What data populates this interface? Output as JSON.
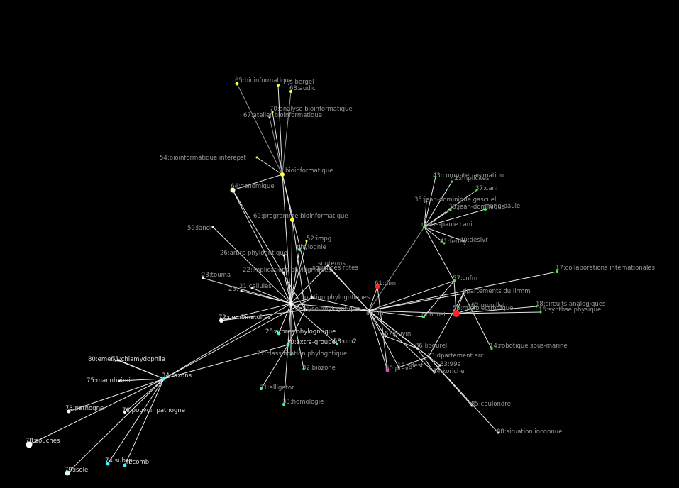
{
  "graph": {
    "nodes": [
      {
        "id": "n65",
        "label": "65:bioinformatique",
        "color": "#ffff33"
      },
      {
        "id": "n_jsbergel",
        "label": "js bergel",
        "color": "#ffff33"
      },
      {
        "id": "n68",
        "label": "68:audic",
        "color": "#ffff33"
      },
      {
        "id": "n70",
        "label": "70:analyse bioinformatique",
        "color": "#ffff33"
      },
      {
        "id": "n67",
        "label": "67:atelier bioinformatique",
        "color": "#ffff33"
      },
      {
        "id": "n54",
        "label": "54:bioinformatique interepst",
        "color": "#ffff33"
      },
      {
        "id": "n_bioinfo",
        "label": "bioinformatique",
        "color": "#ffff33"
      },
      {
        "id": "n64",
        "label": "64:genomique",
        "color": "#ffffcc"
      },
      {
        "id": "n69",
        "label": "69:programme bioinformatique",
        "color": "#ffff33"
      },
      {
        "id": "n59",
        "label": "59:landr",
        "color": "#ffffff"
      },
      {
        "id": "n52",
        "label": "52:impg",
        "color": "#ffff33"
      },
      {
        "id": "n_phylogenie",
        "label": "phylognie",
        "color": "#33ffcc"
      },
      {
        "id": "n26",
        "label": "26:arbre phylogntique",
        "color": "#ffffff"
      },
      {
        "id": "n_sout",
        "label": "soutenus",
        "color": "#ffffff"
      },
      {
        "id": "n_seq",
        "label": "squences rptes",
        "color": "#ffffff"
      },
      {
        "id": "n22",
        "label": "22:implications phylogniques",
        "color": "#ffffff"
      },
      {
        "id": "n23",
        "label": "23:touma",
        "color": "#ffffff"
      },
      {
        "id": "n25",
        "label": "25:",
        "color": "#ffffff"
      },
      {
        "id": "n21",
        "label": "21:cellules",
        "color": "#ffffff"
      },
      {
        "id": "n_evol",
        "label": "volution phylogntiques",
        "color": "#ffffff"
      },
      {
        "id": "n_anal",
        "label": "analyse phylogntique",
        "color": "#ffffff"
      },
      {
        "id": "n_hub",
        "label": "",
        "color": "#ffffff"
      },
      {
        "id": "n72",
        "label": "72:combinatoires",
        "color": "#ffffff"
      },
      {
        "id": "n28",
        "label": "28:arbres phylogntique",
        "color": "#33ffcc"
      },
      {
        "id": "n30",
        "label": "30:extra-groupe",
        "color": "#33ffcc"
      },
      {
        "id": "n58",
        "label": "58:um2",
        "color": "#33ffcc"
      },
      {
        "id": "n27",
        "label": "27:classification phylogntique",
        "color": "#33ffcc"
      },
      {
        "id": "n32",
        "label": "32:biozone",
        "color": "#33ffcc"
      },
      {
        "id": "n31",
        "label": "31:alligator",
        "color": "#33ffcc"
      },
      {
        "id": "n33",
        "label": "33:homologie",
        "color": "#33ffcc"
      },
      {
        "id": "n61",
        "label": "61:tiim",
        "color": "#ff2222"
      },
      {
        "id": "n_lirmm",
        "label": "lirmm",
        "color": "#ffffff"
      },
      {
        "id": "n_mhmt",
        "label": "m houst",
        "color": "#33ff33"
      },
      {
        "id": "n57",
        "label": "57:cnfm",
        "color": "#33ff33"
      },
      {
        "id": "n_deplirmm",
        "label": "dpartements du lirmm",
        "color": "#ffffff"
      },
      {
        "id": "n56",
        "label": "56:microlectronique",
        "color": "#ff2222"
      },
      {
        "id": "n62",
        "label": "62:mouillet",
        "color": "#33ff33"
      },
      {
        "id": "n18",
        "label": "18:circuits analogiques",
        "color": "#33ff33"
      },
      {
        "id": "n16",
        "label": "16:synthse physique",
        "color": "#33ff33"
      },
      {
        "id": "n17",
        "label": "17:collaborations internationales",
        "color": "#33ff33"
      },
      {
        "id": "n14",
        "label": "14:robotique sous-marine",
        "color": "#33ff33"
      },
      {
        "id": "n67b",
        "label": "67:puvini",
        "color": "#ffffff"
      },
      {
        "id": "n86",
        "label": "86:libourel",
        "color": "#ffffff"
      },
      {
        "id": "n13",
        "label": "13:dpartement arc",
        "color": "#ffffff"
      },
      {
        "id": "n10",
        "label": "10:sdest",
        "color": "#ffffff"
      },
      {
        "id": "n83",
        "label": "83:99a",
        "color": "#ffffff"
      },
      {
        "id": "n84",
        "label": "84:koriche",
        "color": "#ffffff"
      },
      {
        "id": "n60",
        "label": "60:prave",
        "color": "#ff33cc"
      },
      {
        "id": "n85",
        "label": "85:coulondre",
        "color": "#ffffff"
      },
      {
        "id": "n88",
        "label": "88:situation inconnue",
        "color": "#ffffff"
      },
      {
        "id": "n43",
        "label": "43:computer animation",
        "color": "#33ff33"
      },
      {
        "id": "n42",
        "label": "42:implicites",
        "color": "#33ff33"
      },
      {
        "id": "n37",
        "label": "37:cani",
        "color": "#33ff33"
      },
      {
        "id": "n35",
        "label": "35:jean-dominique gascuel",
        "color": "#33ff33"
      },
      {
        "id": "n36",
        "label": "36:jean-dominique",
        "color": "#33ff33"
      },
      {
        "id": "n_mpaule",
        "label": "marie-paule",
        "color": "#33ff33"
      },
      {
        "id": "n_mpcani",
        "label": "marie-paule cani",
        "color": "#33ff33"
      },
      {
        "id": "n41",
        "label": "41:ferley",
        "color": "#33ff33"
      },
      {
        "id": "n40",
        "label": "40:desivr",
        "color": "#33ff33"
      },
      {
        "id": "n34",
        "label": "34:taxons",
        "color": "#33ffff"
      },
      {
        "id": "n80",
        "label": "80:emery",
        "color": "#ffffff"
      },
      {
        "id": "n77",
        "label": "77:chlamydophila",
        "color": "#ffffff"
      },
      {
        "id": "n75",
        "label": "75:mannheimia",
        "color": "#ffffff"
      },
      {
        "id": "n73",
        "label": "73:pathogne",
        "color": "#ffffff"
      },
      {
        "id": "n76",
        "label": "76:pouvoir pathogne",
        "color": "#ffffff"
      },
      {
        "id": "n78",
        "label": "78:souches",
        "color": "#ffffff"
      },
      {
        "id": "n74",
        "label": "74:subsp",
        "color": "#33ffff"
      },
      {
        "id": "n_recomb",
        "label": "recomb",
        "color": "#33ffff"
      },
      {
        "id": "n79",
        "label": "79:isole",
        "color": "#ccffff"
      }
    ],
    "edges": [
      [
        "n65",
        "n_bioinfo"
      ],
      [
        "n_jsbergel",
        "n_bioinfo"
      ],
      [
        "n68",
        "n_bioinfo"
      ],
      [
        "n70",
        "n_bioinfo"
      ],
      [
        "n67",
        "n_bioinfo"
      ],
      [
        "n54",
        "n_bioinfo"
      ],
      [
        "n_bioinfo",
        "n64"
      ],
      [
        "n_bioinfo",
        "n69"
      ],
      [
        "n_bioinfo",
        "n_hub"
      ],
      [
        "n_bioinfo",
        "n_evol"
      ],
      [
        "n64",
        "n_hub"
      ],
      [
        "n64",
        "n_anal"
      ],
      [
        "n69",
        "n_hub"
      ],
      [
        "n69",
        "n_anal"
      ],
      [
        "n59",
        "n_hub"
      ],
      [
        "n52",
        "n_hub"
      ],
      [
        "n_phylogenie",
        "n_hub"
      ],
      [
        "n26",
        "n_hub"
      ],
      [
        "n_sout",
        "n_hub"
      ],
      [
        "n_sout",
        "n_lirmm"
      ],
      [
        "n_seq",
        "n_lirmm"
      ],
      [
        "n22",
        "n_hub"
      ],
      [
        "n23",
        "n_hub"
      ],
      [
        "n25",
        "n_hub"
      ],
      [
        "n21",
        "n_hub"
      ],
      [
        "n_evol",
        "n_hub"
      ],
      [
        "n_anal",
        "n_hub"
      ],
      [
        "n72",
        "n_hub"
      ],
      [
        "n72",
        "n_anal"
      ],
      [
        "n28",
        "n_hub"
      ],
      [
        "n30",
        "n_hub"
      ],
      [
        "n30",
        "n_anal"
      ],
      [
        "n58",
        "n_hub"
      ],
      [
        "n27",
        "n_hub"
      ],
      [
        "n32",
        "n_hub"
      ],
      [
        "n31",
        "n30"
      ],
      [
        "n33",
        "n30"
      ],
      [
        "n34",
        "n_hub"
      ],
      [
        "n34",
        "n30"
      ],
      [
        "n34",
        "n_evol"
      ],
      [
        "n_hub",
        "n_lirmm"
      ],
      [
        "n_anal",
        "n_lirmm"
      ],
      [
        "n_evol",
        "n_lirmm"
      ],
      [
        "n_lirmm",
        "n61"
      ],
      [
        "n_lirmm",
        "n_mhmt"
      ],
      [
        "n_lirmm",
        "n57"
      ],
      [
        "n_lirmm",
        "n_deplirmm"
      ],
      [
        "n_lirmm",
        "n56"
      ],
      [
        "n_lirmm",
        "n67b"
      ],
      [
        "n_lirmm",
        "n86"
      ],
      [
        "n_lirmm",
        "n13"
      ],
      [
        "n_lirmm",
        "n10"
      ],
      [
        "n_lirmm",
        "n83"
      ],
      [
        "n_lirmm",
        "n84"
      ],
      [
        "n_lirmm",
        "n60"
      ],
      [
        "n_lirmm",
        "n_mpcani"
      ],
      [
        "n_lirmm",
        "n17"
      ],
      [
        "n_deplirmm",
        "n56"
      ],
      [
        "n_deplirmm",
        "n14"
      ],
      [
        "n_deplirmm",
        "n13"
      ],
      [
        "n56",
        "n62"
      ],
      [
        "n56",
        "n18"
      ],
      [
        "n56",
        "n16"
      ],
      [
        "n56",
        "n57"
      ],
      [
        "n57",
        "n_mhmt"
      ],
      [
        "n13",
        "n85"
      ],
      [
        "n13",
        "n88"
      ],
      [
        "n86",
        "n84"
      ],
      [
        "n83",
        "n84"
      ],
      [
        "n10",
        "n13"
      ],
      [
        "n67b",
        "n86"
      ],
      [
        "n60",
        "n61"
      ],
      [
        "n_mpcani",
        "n43"
      ],
      [
        "n_mpcani",
        "n42"
      ],
      [
        "n_mpcani",
        "n37"
      ],
      [
        "n_mpcani",
        "n35"
      ],
      [
        "n_mpcani",
        "n36"
      ],
      [
        "n_mpcani",
        "n_mpaule"
      ],
      [
        "n_mpcani",
        "n41"
      ],
      [
        "n_mpcani",
        "n40"
      ],
      [
        "n_mpcani",
        "n57"
      ],
      [
        "n34",
        "n80"
      ],
      [
        "n34",
        "n77"
      ],
      [
        "n34",
        "n75"
      ],
      [
        "n34",
        "n73"
      ],
      [
        "n34",
        "n76"
      ],
      [
        "n34",
        "n78"
      ],
      [
        "n34",
        "n74"
      ],
      [
        "n34",
        "n_recomb"
      ],
      [
        "n34",
        "n79"
      ]
    ]
  }
}
